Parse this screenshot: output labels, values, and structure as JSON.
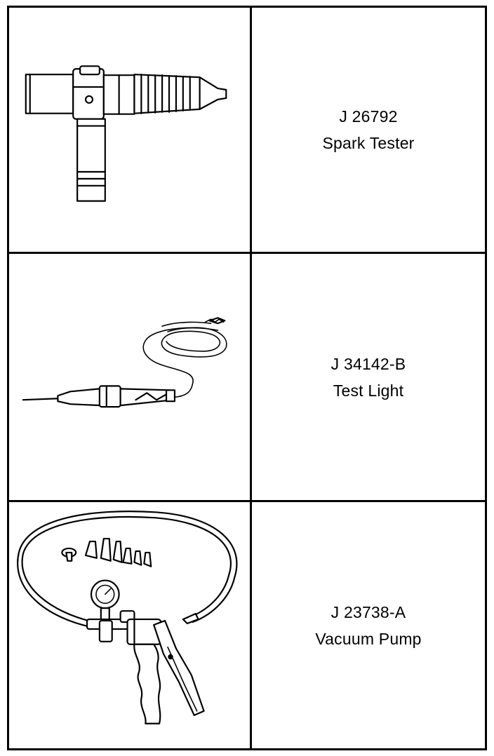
{
  "tools": [
    {
      "number": "J 26792",
      "name": "Spark Tester",
      "icon": "spark-tester-icon"
    },
    {
      "number": "J 34142-B",
      "name": "Test Light",
      "icon": "test-light-icon"
    },
    {
      "number": "J 23738-A",
      "name": "Vacuum Pump",
      "icon": "vacuum-pump-icon"
    }
  ]
}
